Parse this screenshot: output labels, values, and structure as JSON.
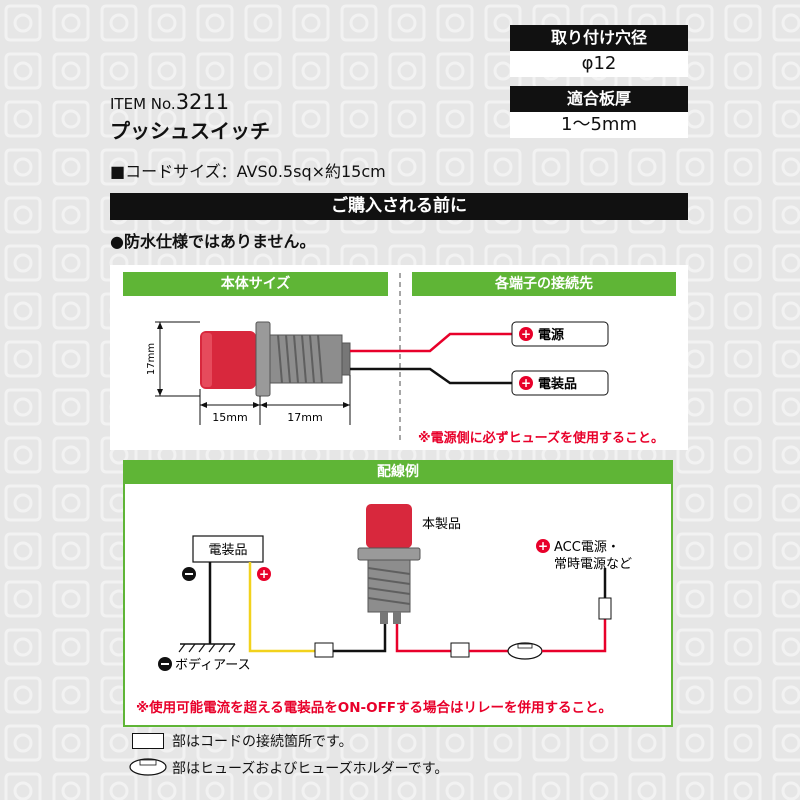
{
  "header": {
    "item_no_label": "ITEM No.",
    "item_no_value": "3211",
    "product_name": "プッシュスイッチ",
    "cord_size": "■コードサイズ：AVS0.5sq×約15cm"
  },
  "specs": [
    {
      "label": "取り付け穴径",
      "value": "φ12"
    },
    {
      "label": "適合板厚",
      "value": "1〜5mm"
    }
  ],
  "notice": {
    "bar_title": "ご購入される前に",
    "waterproof": "●防水仕様ではありません。"
  },
  "body_size": {
    "title": "本体サイズ",
    "height_label": "17mm",
    "width_label_1": "15mm",
    "width_label_2": "17mm"
  },
  "terminals": {
    "title": "各端子の接続先",
    "power": "電源",
    "accessory": "電装品",
    "fuse_note": "※電源側に必ずヒューズを使用すること。"
  },
  "wiring": {
    "title": "配線例",
    "this_product": "本製品",
    "accessory_box": "電装品",
    "body_ground": "ボディアース",
    "power_line1": "ACC電源・",
    "power_line2": "常時電源など",
    "relay_note": "※使用可能電流を超える電装品をON-OFFする場合はリレーを併用すること。"
  },
  "legend": {
    "connection": "部はコードの接続箇所です。",
    "fuse": "部はヒューズおよびヒューズホルダーです。"
  },
  "colors": {
    "accent_green": "#5fb536",
    "warning_red": "#e8002a",
    "switch_red": "#d8283d",
    "wire_yellow": "#f2d21c"
  }
}
